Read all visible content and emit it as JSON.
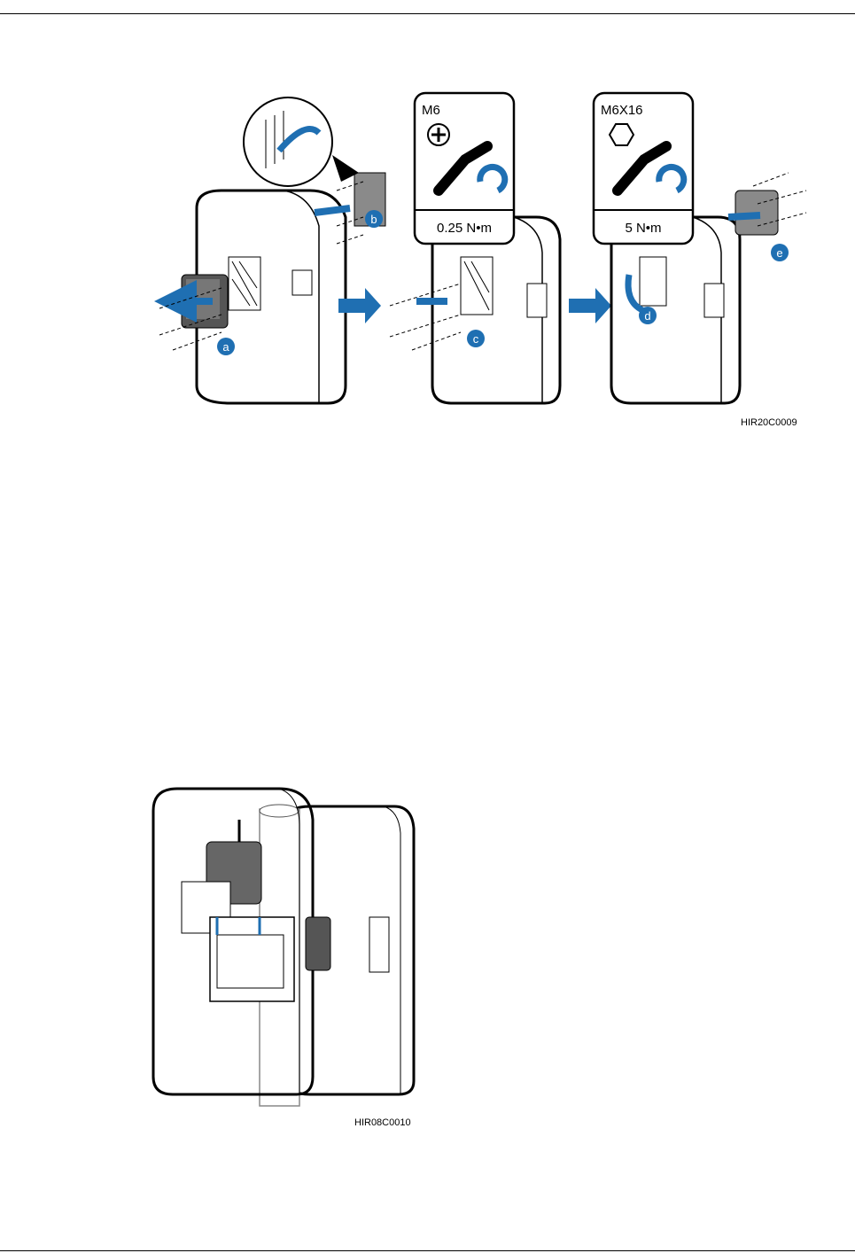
{
  "figure1": {
    "code": "HIR20C0009",
    "step_labels": [
      "a",
      "b",
      "c",
      "d",
      "e"
    ],
    "panel_c_callout": {
      "screw": "M6",
      "torque": "0.25 N•m"
    },
    "panel_d_callout": {
      "screw": "M6X16",
      "torque": "5 N•m"
    }
  },
  "figure2": {
    "code": "HIR08C0010"
  },
  "colors": {
    "accent": "#1f6fb2",
    "outline": "#000000",
    "gray": "#8a8a8a"
  }
}
